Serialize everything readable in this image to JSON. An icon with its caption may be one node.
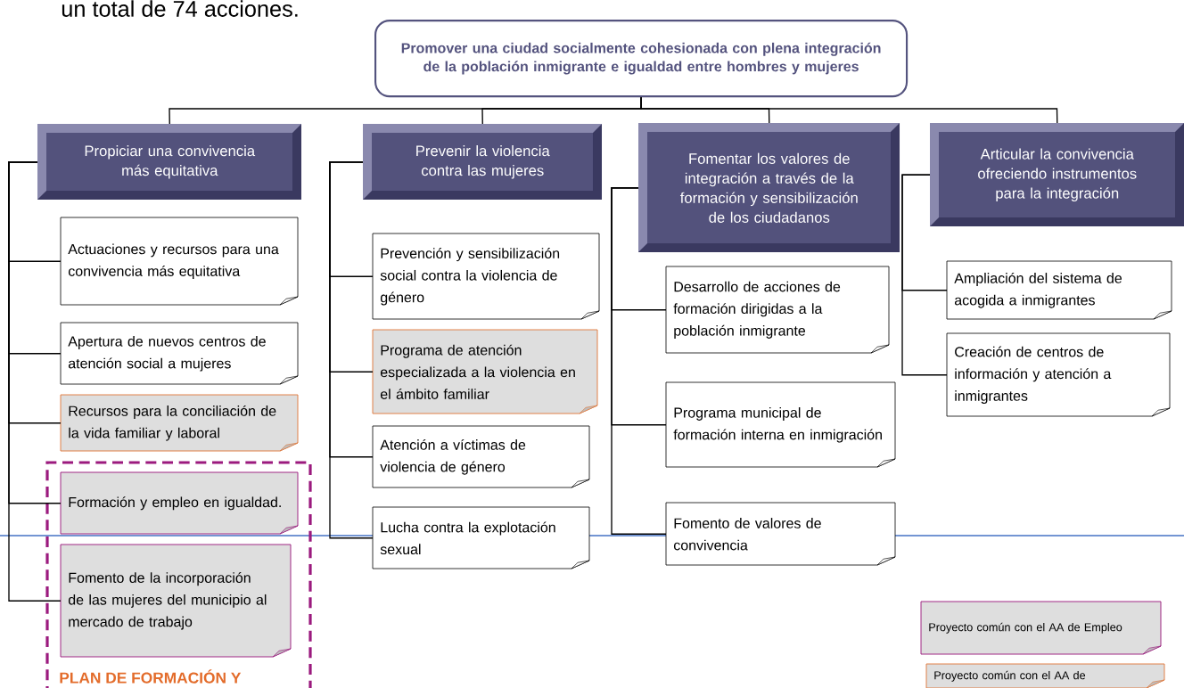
{
  "diagram": {
    "nodes": [
      {
        "text": [
          "Promover una ciudad socialmente cohesionada con plena integración de la población inmigrante e igualdad entre hombres y mujeres"
        ]
      },
      {
        "text": [
          "Propiciar una convivencia más equitativa"
        ]
      },
      {
        "text": [
          "Prevenir la violencia contra las mujeres"
        ]
      },
      {
        "text": [
          "Fomentar los valores de integración a través de la formación y sensibilización de los ciudadanos"
        ]
      },
      {
        "text": [
          "Articular la convivencia ofreciendo instrumentos para la integración"
        ]
      },
      {
        "text": [
          "Actuaciones y recursos para una convivencia más equitativa"
        ]
      },
      {
        "text": [
          "Apertura de nuevos centros de atención social a mujeres"
        ]
      },
      {
        "text": [
          "Recursos para la conciliación de la vida familiar y laboral"
        ]
      },
      {
        "text": [
          "PLAN DE FORMACIÓN Y"
        ]
      },
      {
        "text": [
          "Formación y empleo en igualdad."
        ],
        "in": 8
      },
      {
        "text": [
          "Fomento de la incorporación de las mujeres del municipio al mercado de trabajo"
        ],
        "in": 8
      },
      {
        "text": [
          "Prevención y sensibilización social contra la violencia de género"
        ]
      },
      {
        "text": [
          "Programa de atención especializada a la violencia en el ámbito familiar"
        ]
      },
      {
        "text": [
          "Atención a víctimas de violencia de género"
        ]
      },
      {
        "text": [
          "Lucha contra la explotación sexual"
        ]
      },
      {
        "text": [
          "Desarrollo de acciones de formación dirigidas a la población inmigrante"
        ]
      },
      {
        "text": [
          "Programa municipal de formación interna en inmigración"
        ]
      },
      {
        "text": [
          "Fomento de valores de convivencia"
        ]
      },
      {
        "text": [
          "Ampliación del sistema de acogida a inmigrantes"
        ]
      },
      {
        "text": [
          "Creación de centros de información y atención a inmigrantes"
        ]
      },
      {
        "text": [
          "Proyecto común con el AA de Empleo"
        ]
      },
      {
        "text": [
          "Proyecto común con el AA de"
        ]
      }
    ],
    "edges": [
      {
        "from": 0,
        "to": 1,
        "arrow": "none"
      },
      {
        "from": 0,
        "to": 2,
        "arrow": "none"
      },
      {
        "from": 0,
        "to": 3,
        "arrow": "none"
      },
      {
        "from": 0,
        "to": 4,
        "arrow": "none"
      },
      {
        "from": 1,
        "to": 5,
        "arrow": "none"
      },
      {
        "from": 1,
        "to": 6,
        "arrow": "none"
      },
      {
        "from": 1,
        "to": 7,
        "arrow": "none"
      },
      {
        "from": 1,
        "to": 9,
        "arrow": "none"
      },
      {
        "from": 1,
        "to": 10,
        "arrow": "none"
      },
      {
        "from": 2,
        "to": 11,
        "arrow": "none"
      },
      {
        "from": 2,
        "to": 12,
        "arrow": "none"
      },
      {
        "from": 2,
        "to": 13,
        "arrow": "none"
      },
      {
        "from": 2,
        "to": 14,
        "arrow": "none"
      },
      {
        "from": 3,
        "to": 15,
        "arrow": "none"
      },
      {
        "from": 3,
        "to": 16,
        "arrow": "none"
      },
      {
        "from": 3,
        "to": 17,
        "arrow": "none"
      },
      {
        "from": 4,
        "to": 18,
        "arrow": "none"
      },
      {
        "from": 4,
        "to": 19,
        "arrow": "none"
      }
    ],
    "labels": [
      "un total de 74 acciones."
    ]
  }
}
